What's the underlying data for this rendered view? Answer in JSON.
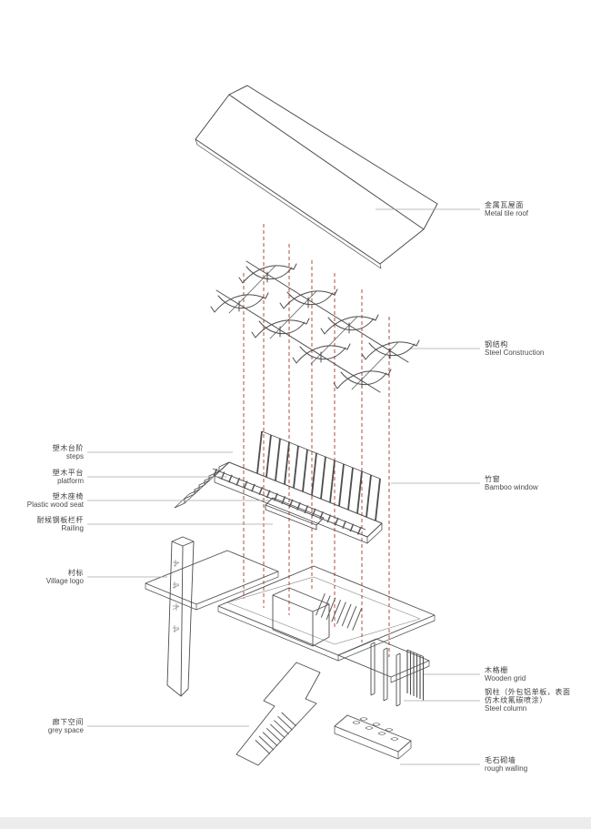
{
  "labels": {
    "roof": {
      "zh": "金属瓦屋面",
      "en": "Metal tile roof"
    },
    "steel": {
      "zh": "钢结构",
      "en": "Steel Construction"
    },
    "bamboo_window": {
      "zh": "竹窗",
      "en": "Bamboo window"
    },
    "wooden_grid": {
      "zh": "木格栅",
      "en": "Wooden grid"
    },
    "steel_column": {
      "zh_line1": "钢柱（外包铝单板，表面",
      "zh_line2": "仿木纹氟碳喷涂）",
      "en": "Steel column"
    },
    "rough_walling": {
      "zh": "毛石砌墙",
      "en": "rough walling"
    },
    "steps": {
      "zh": "塑木台阶",
      "en": "steps"
    },
    "platform": {
      "zh": "塑木平台",
      "en": "platform"
    },
    "seat": {
      "zh": "塑木座椅",
      "en": "Plastic wood seat"
    },
    "railing": {
      "zh": "耐候钢板栏杆",
      "en": "Railing"
    },
    "village_logo": {
      "zh": "村标",
      "en": "Village logo"
    },
    "grey_space": {
      "zh": "廊下空间",
      "en": "grey space"
    }
  },
  "colors": {
    "ink": "#4d4d4d",
    "leader": "#a6a6a6",
    "projection_red": "#a53a30",
    "background": "#ffffff",
    "label_text": "#3d3d3d"
  },
  "drawing": {
    "type": "exploded-axonometric",
    "layer_order_top_to_bottom": [
      "Metal tile roof",
      "Steel Construction",
      "Bamboo window + platform",
      "Base (village logo, stairs, columns, rough walling)"
    ]
  }
}
